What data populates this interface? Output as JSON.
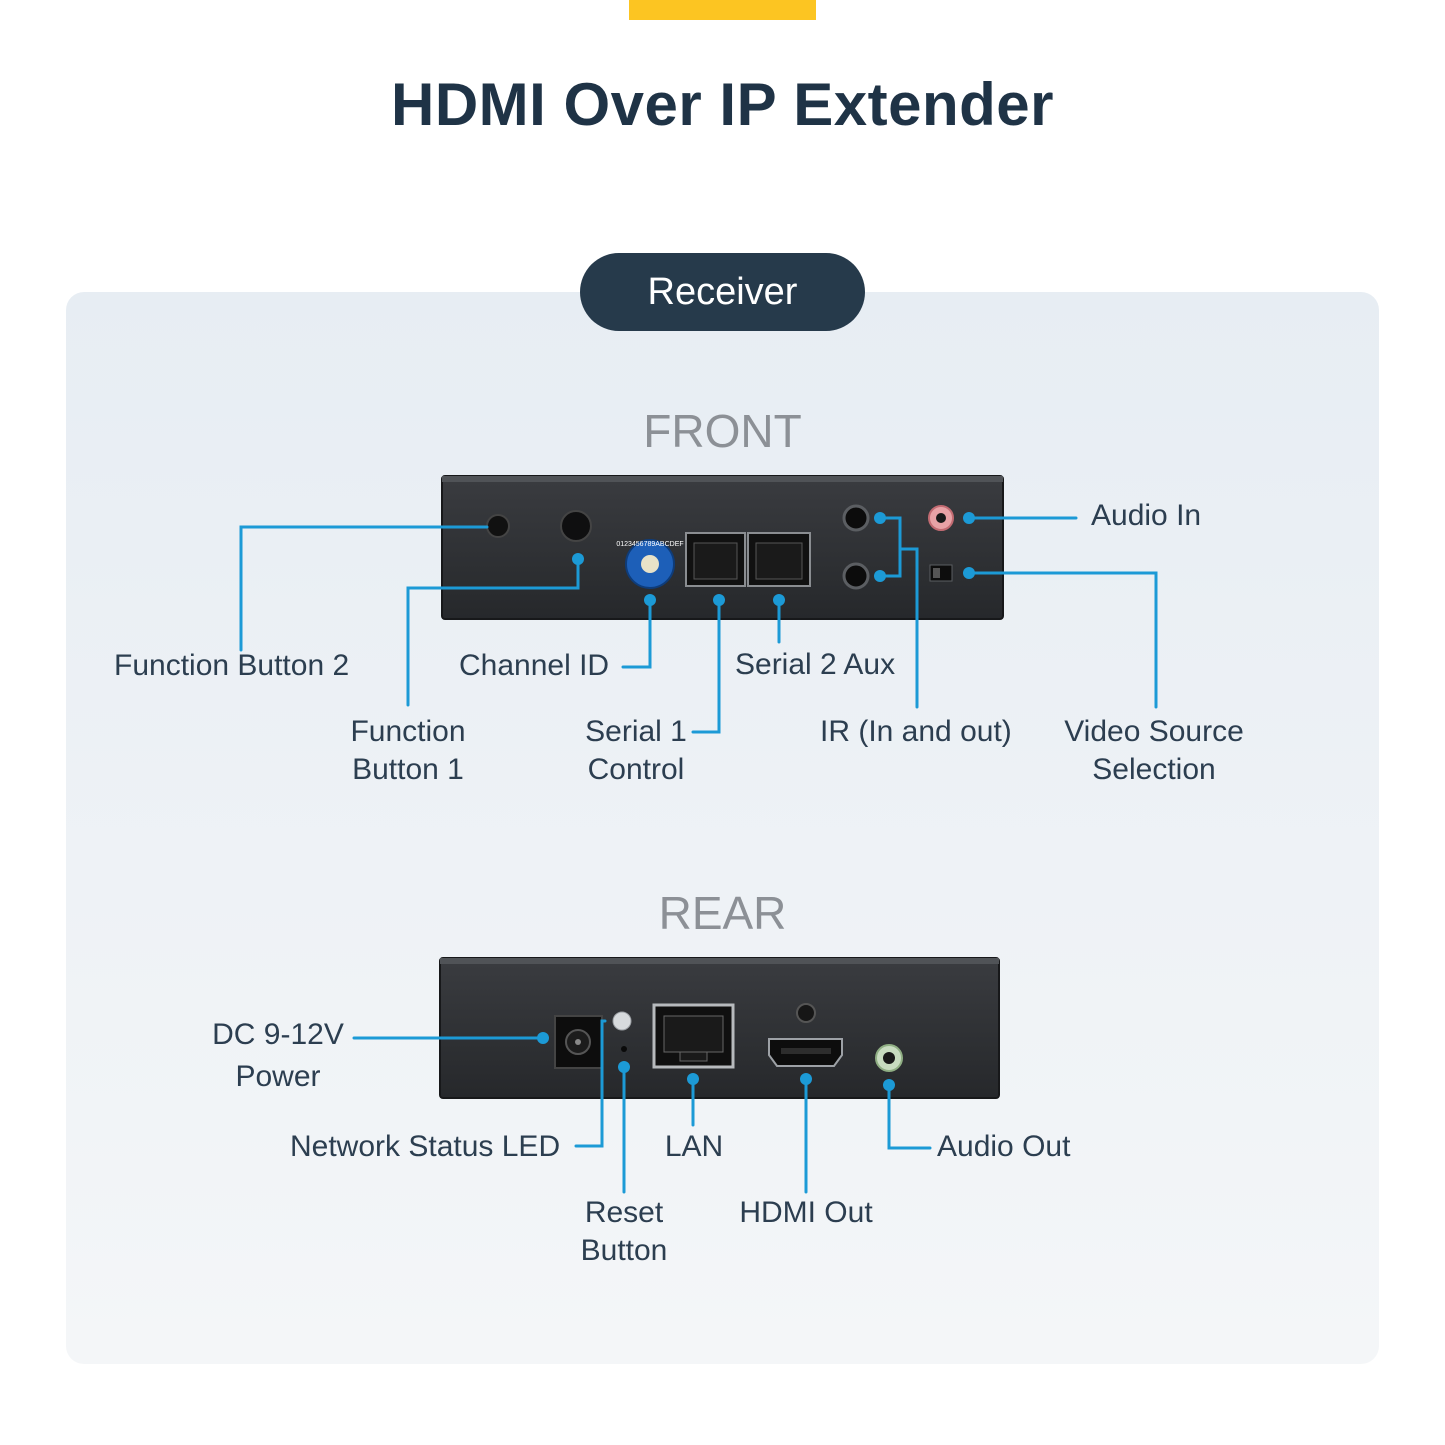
{
  "title": "HDMI Over IP Extender",
  "badge": "Receiver",
  "front": {
    "heading": "FRONT",
    "labels": {
      "function_button_2": "Function Button 2",
      "function_button_1_line1": "Function",
      "function_button_1_line2": "Button 1",
      "channel_id": "Channel ID",
      "serial_1_line1": "Serial 1",
      "serial_1_line2": "Control",
      "serial_2": "Serial 2 Aux",
      "ir": "IR (In and out)",
      "audio_in": "Audio In",
      "video_source_line1": "Video Source",
      "video_source_line2": "Selection"
    },
    "dial_text": "0123456789ABCDEF"
  },
  "rear": {
    "heading": "REAR",
    "labels": {
      "dc_power_line1": "DC 9-12V",
      "dc_power_line2": "Power",
      "network_led": "Network Status LED",
      "reset_line1": "Reset",
      "reset_line2": "Button",
      "lan": "LAN",
      "hdmi_out": "HDMI Out",
      "audio_out": "Audio Out"
    }
  },
  "colors": {
    "accent": "#fcc522",
    "title": "#1f3346",
    "badge_bg": "#263a4b",
    "callout": "#1c9ad6",
    "device": "#2b2d30",
    "section_label": "#8c9096"
  }
}
